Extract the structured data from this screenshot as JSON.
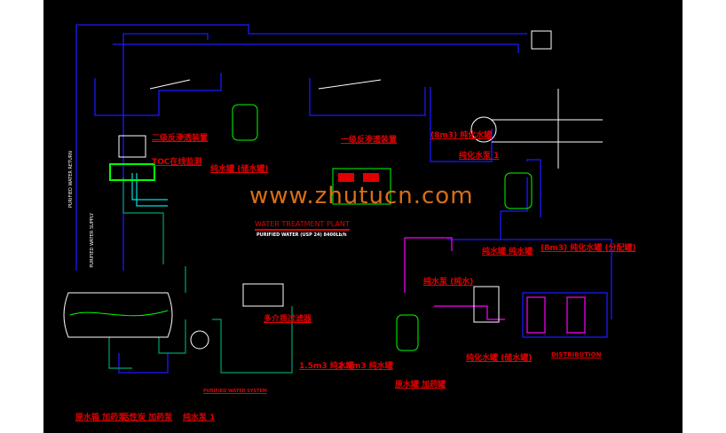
{
  "drawing": {
    "title": "WATER TREATMENT PLANT",
    "subtitle": "PURIFIED WATER (USP 24) 8400Lb/h",
    "watermark": "www.zhutucn.com",
    "side_labels": [
      "PURIFIED WATER RETURN",
      "PURIFIED WATER SUPPLY"
    ],
    "red_labels": [
      "二级反渗透装置",
      "TOC在线监测",
      "一级反渗透装置",
      "纯水罐 (储水罐)",
      "(8m3) 纯化水罐",
      "纯化水泵 1",
      "纯水罐 纯水罐",
      "(8m3) 纯化水罐 (分配罐)",
      "纯水泵 (纯水)",
      "1.5m3 纯水罐",
      "2.5m3 纯水罐",
      "原水罐 加药罐",
      "纯化水罐 (储水罐)",
      "多介质过滤器",
      "原水箱 加药泵",
      "活性炭 加药泵",
      "纯水泵 1",
      "PURIFIED WATER SYSTEM",
      "DISTRIBUTION"
    ],
    "colors": {
      "background": "#000000",
      "pipe_blue": "#1a1aff",
      "pipe_green": "#00a070",
      "pipe_cyan": "#00e0e0",
      "pipe_magenta": "#ff00ff",
      "equipment_green": "#00ff00",
      "label_red": "#e00000",
      "watermark": "#f07a1a"
    }
  }
}
